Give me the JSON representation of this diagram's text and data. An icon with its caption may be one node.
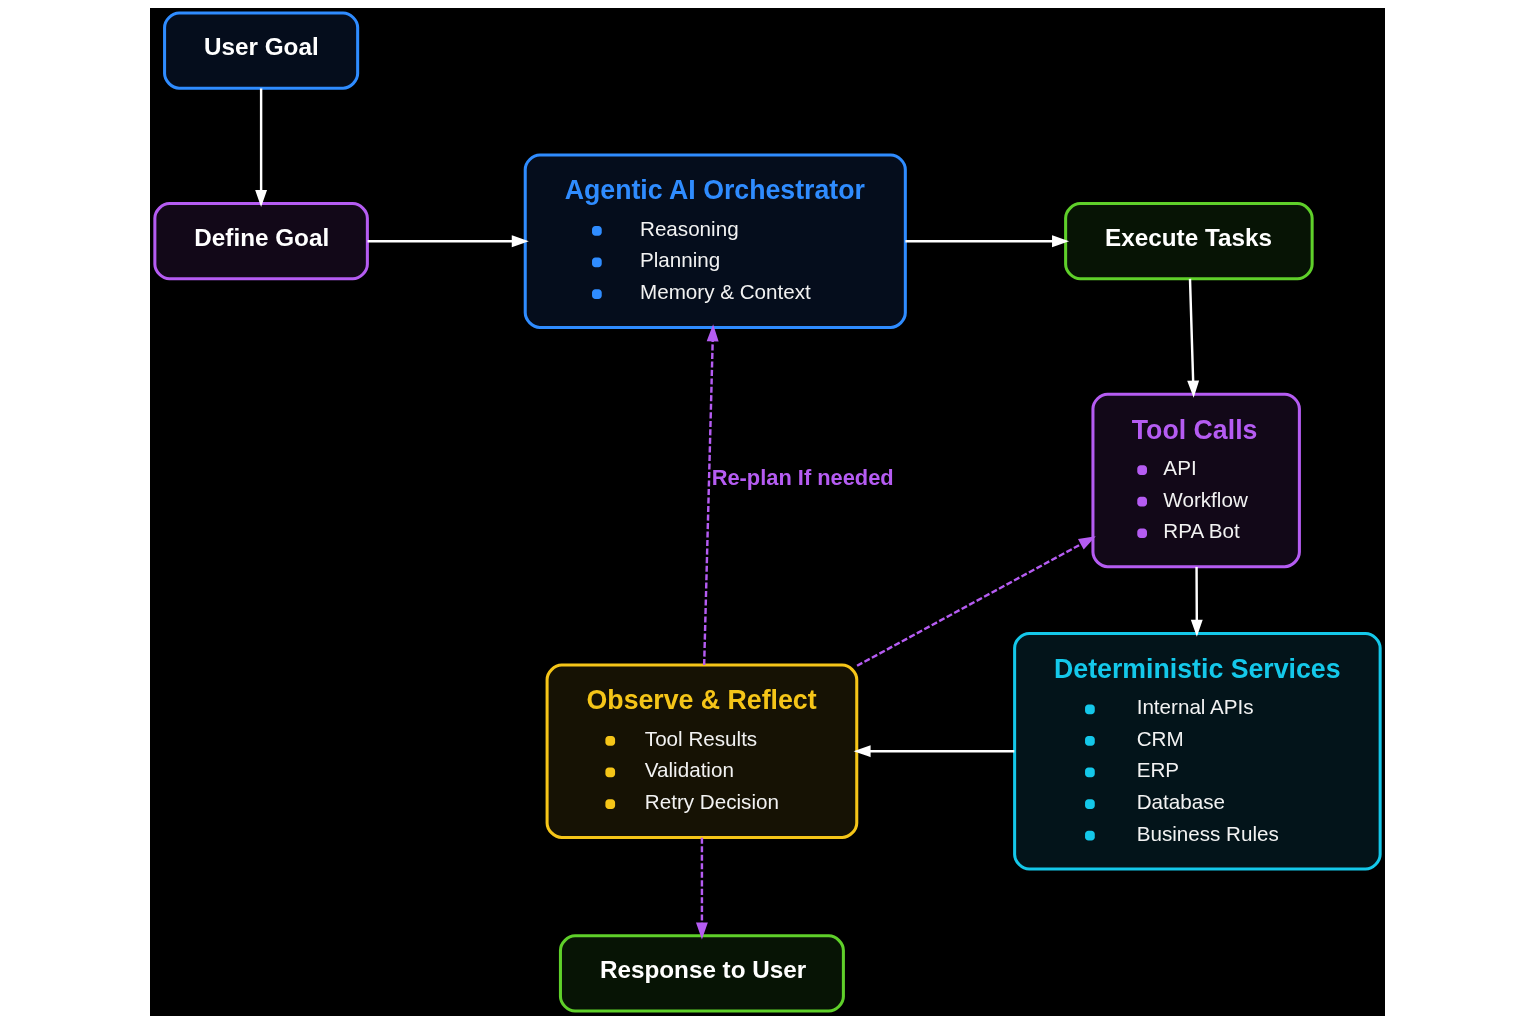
{
  "diagram": {
    "nodes": [
      {
        "text": [
          "User Goal"
        ]
      },
      {
        "text": [
          "Define Goal"
        ]
      },
      {
        "text": [
          "Agentic AI Orchestrator",
          "Reasoning",
          "Planning",
          "Memory & Context"
        ]
      },
      {
        "text": [
          "Execute Tasks"
        ]
      },
      {
        "text": [
          "Tool Calls",
          "API",
          "Workflow",
          "RPA Bot"
        ]
      },
      {
        "text": [
          "Deterministic Services",
          "Internal APIs",
          "CRM",
          "ERP",
          "Database",
          "Business Rules"
        ]
      },
      {
        "text": [
          "Observe & Reflect",
          "Tool Results",
          "Validation",
          "Retry Decision"
        ]
      },
      {
        "text": [
          "Response to User"
        ]
      }
    ],
    "edges": [
      {
        "from": 0,
        "to": 1,
        "arrow": "to"
      },
      {
        "from": 1,
        "to": 2,
        "arrow": "to"
      },
      {
        "from": 2,
        "to": 3,
        "arrow": "to"
      },
      {
        "from": 3,
        "to": 4,
        "arrow": "to"
      },
      {
        "from": 4,
        "to": 5,
        "arrow": "to"
      },
      {
        "from": 5,
        "to": 6,
        "arrow": "to"
      },
      {
        "from": 6,
        "to": 2,
        "arrow": "to",
        "label": "Re-plan If needed",
        "style": "dashed",
        "color": "#b55cf2"
      },
      {
        "from": 6,
        "to": 7,
        "arrow": "to",
        "style": "dashed",
        "color": "#b55cf2"
      },
      {
        "from": 6,
        "to": 4,
        "arrow": "to",
        "style": "dashed",
        "color": "#b55cf2"
      }
    ]
  }
}
